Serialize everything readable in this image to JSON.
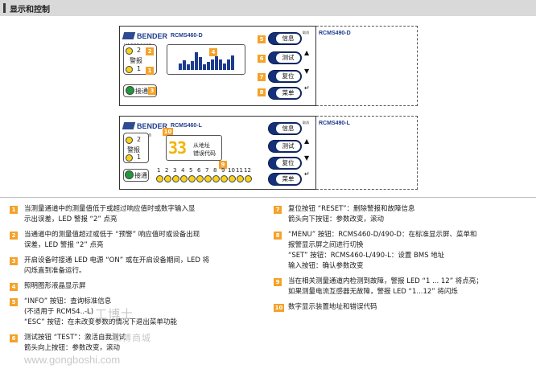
{
  "header": {
    "title": "显示和控制"
  },
  "colors": {
    "brand_blue": "#1d3c8f",
    "badge_orange": "#f4a22a",
    "led_yellow": "#f7d21a",
    "led_green": "#1e9a3a",
    "digit_yellow": "#f0b400"
  },
  "device_d": {
    "brand": "BENDER",
    "brand_sub": "LINETRAXX®",
    "model": "RCMS460-D",
    "extension_model": "RCMS490-D",
    "led_2": "2",
    "led_1": "1",
    "alarm_label": "警报",
    "on_label": "接通",
    "badges": [
      "1",
      "2",
      "3",
      "4",
      "5",
      "6",
      "7",
      "8"
    ],
    "bar_levels": [
      0.35,
      0.5,
      0.3,
      0.45,
      0.9,
      0.65,
      0.3,
      0.4,
      0.55,
      0.7,
      0.55,
      0.35,
      0.55,
      0.75
    ]
  },
  "device_l": {
    "brand": "BENDER",
    "brand_sub": "LINETRAXX®",
    "model": "RCMS460-L",
    "extension_model": "RCMS490-L",
    "led_2": "2",
    "led_1": "1",
    "alarm_label": "警报",
    "on_label": "接通",
    "digits": "33",
    "display_text_1": "从地址",
    "display_text_2": "错误代码",
    "badge_10": "10",
    "badge_9": "9",
    "channel_numbers": [
      "1",
      "2",
      "3",
      "4",
      "5",
      "6",
      "7",
      "8",
      "9",
      "10",
      "11",
      "12"
    ]
  },
  "buttons": {
    "info": "信息",
    "test": "测试",
    "reset": "复位",
    "menu": "菜单",
    "esc_tag": "取消"
  },
  "legend_left": [
    {
      "num": "1",
      "lines": [
        "当测量通道中的测量值低于或超过响应值时或数字输入显",
        "示出误差，LED 警报 “2” 点亮"
      ]
    },
    {
      "num": "2",
      "lines": [
        "当通道中的测量值超过或低于 “预警” 响应值时或设备出现",
        "误差，LED 警报 “2” 点亮"
      ]
    },
    {
      "num": "3",
      "lines": [
        "开启设备时接通 LED 电源 “ON” 或在开启设备期间，LED 将",
        "闪烁直到准备运行。"
      ]
    },
    {
      "num": "4",
      "lines": [
        "照明图形液晶显示屏"
      ]
    },
    {
      "num": "5",
      "lines": [
        "“INFO” 按钮：查询标准信息",
        "(不适用于 RCMS4..-L)",
        "“ESC” 按钮：在未改变参数的情况下退出菜单功能"
      ]
    },
    {
      "num": "6",
      "lines": [
        "测试按钮 “TEST”：激活自我测试",
        "箭头向上按钮：参数改变，滚动"
      ]
    }
  ],
  "legend_right": [
    {
      "num": "7",
      "lines": [
        "复位按钮 “RESET”：删除警报和故障信息",
        "箭头向下按钮：参数改变，滚动"
      ]
    },
    {
      "num": "8",
      "lines": [
        "“MENU” 按钮：RCMS460-D/490-D：在标准显示屏、菜单和",
        "报警显示屏之间进行切换",
        "“SET” 按钮：RCMS460-L/490-L：设置 BMS 地址",
        "输入按钮：确认参数改变"
      ]
    },
    {
      "num": "9",
      "lines": [
        "当在相关测量通道内检测到故障，警报 LED “1 ... 12” 将点亮；",
        "如果测量电流互感器无故障，警报 LED “1...12” 将闪烁"
      ]
    },
    {
      "num": "10",
      "lines": [
        "数字显示装置地址和错误代码"
      ]
    }
  ],
  "watermark": {
    "text": "工博士",
    "url": "www.gongboshi.com",
    "sub": "工博商城"
  }
}
